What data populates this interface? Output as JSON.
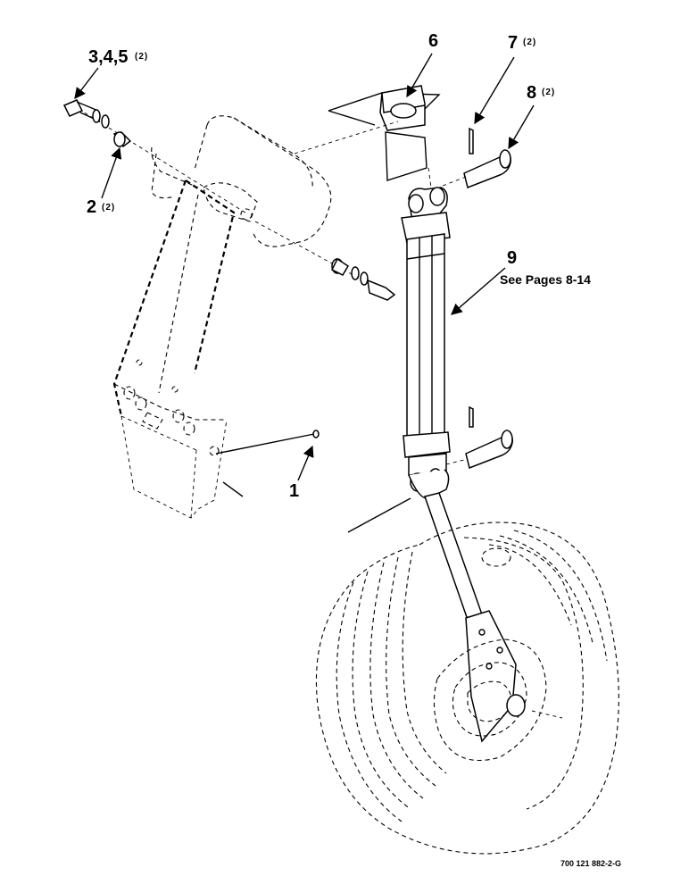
{
  "callouts": {
    "c345": "3,4,5",
    "c345_qty": "(2)",
    "c2": "2",
    "c2_qty": "(2)",
    "c6": "6",
    "c7": "7",
    "c7_qty": "(2)",
    "c8": "8",
    "c8_qty": "(2)",
    "c9": "9",
    "c9_note": "See Pages 8-14",
    "c1": "1"
  },
  "drawing_number": "700 121 882-2-G"
}
